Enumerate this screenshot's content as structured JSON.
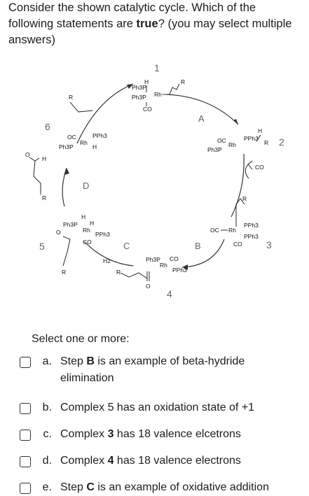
{
  "question": {
    "part1": "Consider the shown catalytic cycle. Which of the following statements are ",
    "bold": "true",
    "part2": "? (you may select multiple answers)"
  },
  "diagram": {
    "step_numbers": [
      "1",
      "2",
      "3",
      "4",
      "5",
      "6"
    ],
    "step_letters": [
      "A",
      "B",
      "C",
      "D"
    ],
    "labels": {
      "ph3p": "Ph3P",
      "pph3": "PPh3",
      "rh": "Rh",
      "co": "CO",
      "oc": "OC",
      "h": "H",
      "r": "R",
      "h2": "H2",
      "o": "O"
    }
  },
  "prompt": "Select one or more:",
  "options": [
    {
      "letter": "a.",
      "pre": "Step ",
      "bold": "B",
      "post": " is an example of beta-hydride elimination"
    },
    {
      "letter": "b.",
      "pre": "Complex 5 has an oxidation state of +1",
      "bold": "",
      "post": ""
    },
    {
      "letter": "c.",
      "pre": "Complex ",
      "bold": "3",
      "post": " has 18 valence elcetrons"
    },
    {
      "letter": "d.",
      "pre": "Complex ",
      "bold": "4",
      "post": " has 18 valence electrons"
    },
    {
      "letter": "e.",
      "pre": "Step ",
      "bold": "C",
      "post": " is an example of oxidative addition"
    }
  ]
}
